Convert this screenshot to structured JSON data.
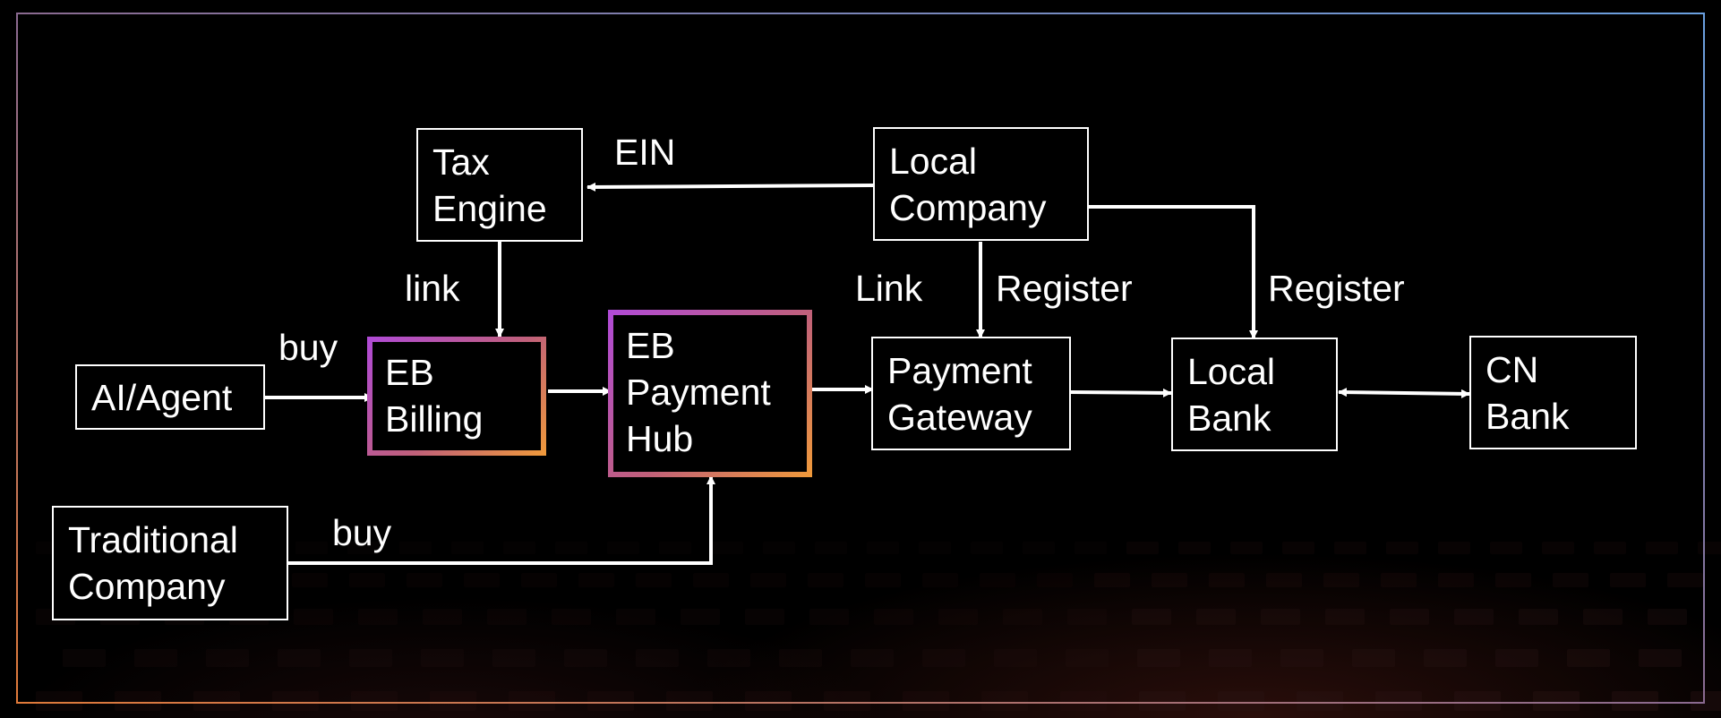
{
  "nodes": {
    "tax_engine": [
      "Tax",
      "Engine"
    ],
    "local_company": [
      "Local",
      "Company"
    ],
    "ai_agent": [
      "AI/Agent"
    ],
    "eb_billing": [
      "EB",
      "Billing"
    ],
    "eb_payment_hub": [
      "EB",
      "Payment",
      "Hub"
    ],
    "payment_gateway": [
      "Payment",
      "Gateway"
    ],
    "local_bank": [
      "Local",
      "Bank"
    ],
    "cn_bank": [
      "CN",
      "Bank"
    ],
    "traditional_company": [
      "Traditional",
      "Company"
    ]
  },
  "edge_labels": {
    "ein": "EIN",
    "link_tax": "link",
    "link_gateway": "Link",
    "register_gateway": "Register",
    "register_bank": "Register",
    "buy_agent": "buy",
    "buy_traditional": "buy"
  },
  "edges": [
    {
      "from": "local_company",
      "to": "tax_engine",
      "label": "EIN"
    },
    {
      "from": "tax_engine",
      "to": "eb_billing",
      "label": "link"
    },
    {
      "from": "local_company",
      "to": "payment_gateway",
      "label": "Register"
    },
    {
      "from": "local_company",
      "to": "local_bank",
      "label": "Register"
    },
    {
      "from": "ai_agent",
      "to": "eb_billing",
      "label": "buy"
    },
    {
      "from": "eb_billing",
      "to": "eb_payment_hub",
      "label": ""
    },
    {
      "from": "eb_payment_hub",
      "to": "payment_gateway",
      "label": ""
    },
    {
      "from": "payment_gateway",
      "to": "local_bank",
      "label": ""
    },
    {
      "from": "local_bank",
      "to": "cn_bank",
      "label": "",
      "bidirectional": true
    },
    {
      "from": "traditional_company",
      "to": "eb_payment_hub",
      "label": "buy"
    }
  ],
  "colors": {
    "background": "#000000",
    "stroke": "#ffffff",
    "highlight_gradient_start": "#b04ad8",
    "highlight_gradient_end": "#f09a3a",
    "frame_left": "#e07a3a",
    "frame_right": "#6aa0e0"
  }
}
